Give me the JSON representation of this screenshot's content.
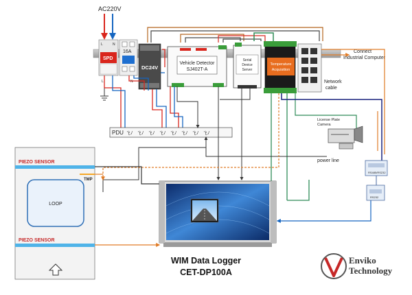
{
  "power": {
    "supply_label": "AC220V",
    "spd_label": "SPD",
    "breaker_label": "16A",
    "dc_label": "DC24V",
    "l_label": "L",
    "n_label": "N"
  },
  "devices": {
    "vehicle_detector": {
      "line1": "Vehicle Detector",
      "line2": "SJ402T-A"
    },
    "serial_server": {
      "line1": "Serial",
      "line2": "Device",
      "line3": "Server"
    },
    "temperature": {
      "line1": "Temperature",
      "line2": "Acquisition"
    },
    "network": {
      "line1": "Network",
      "line2": "cable"
    },
    "camera": {
      "line1": "License Plate",
      "line2": "Camera"
    },
    "pdu_label": "PDU",
    "power_line": "power line",
    "connect": {
      "line1": "Connect",
      "line2": "Industrial Computer"
    },
    "converter_labels": [
      "RS485/RS232",
      "RS232"
    ]
  },
  "road": {
    "sensor_top": "PIEZO  SENSOR",
    "sensor_bottom": "PIEZO  SENSOR",
    "tmp": "TMP",
    "loop": "LOOP"
  },
  "footer": {
    "title1": "WIM  Data Logger",
    "title2": "CET-DP100A",
    "brand1": "Enviko",
    "brand2": "Technology"
  },
  "colors": {
    "red": "#d9251c",
    "blue": "#1565c0",
    "dark_blue": "#1a237e",
    "green": "#2e8b57",
    "orange": "#e07b26",
    "piezo": "#c62828",
    "road_strip": "#4fb3e8",
    "module_green": "#3a9d3a"
  }
}
